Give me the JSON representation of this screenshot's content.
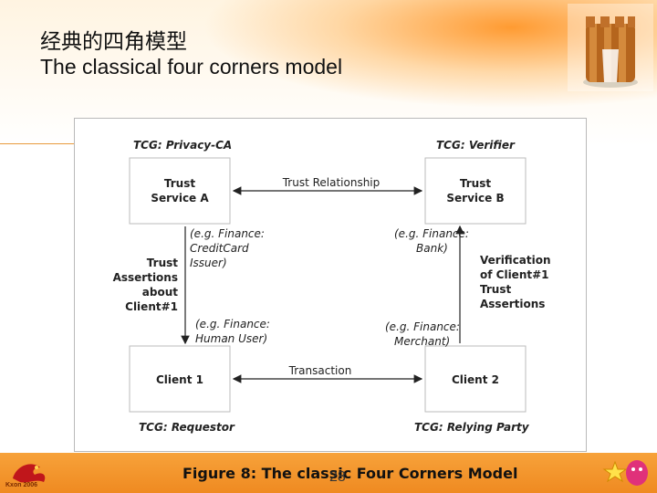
{
  "slide": {
    "title_cn": "经典的四角模型",
    "title_en": "The classical four corners model",
    "caption": "Figure 8: The classic Four Corners Model",
    "page_number": "28",
    "logo_text": "Kxon 2006"
  },
  "diagram": {
    "labels": {
      "tcg_privacy_ca": "TCG: Privacy-CA",
      "tcg_verifier": "TCG: Verifier",
      "tcg_requestor": "TCG: Requestor",
      "tcg_relying_party": "TCG: Relying Party"
    },
    "boxes": {
      "trust_service_a": [
        "Trust",
        "Service A"
      ],
      "trust_service_b": [
        "Trust",
        "Service B"
      ],
      "client_1": "Client 1",
      "client_2": "Client 2"
    },
    "edges": {
      "trust_relationship": "Trust Relationship",
      "transaction": "Transaction",
      "trust_assertions": [
        "Trust",
        "Assertions",
        "about",
        "Client#1"
      ],
      "verification": [
        "Verification",
        "of Client#1",
        "Trust",
        "Assertions"
      ]
    },
    "examples": {
      "finance_credit_card": [
        "(e.g. Finance:",
        "CreditCard",
        "Issuer)"
      ],
      "finance_bank": [
        "(e.g. Finance:",
        "Bank)"
      ],
      "finance_human_user": [
        "(e.g. Finance:",
        "Human User)"
      ],
      "finance_merchant": [
        "(e.g. Finance:",
        "Merchant)"
      ]
    }
  },
  "colors": {
    "accent_orange": "#ef8a21",
    "box_border": "#bbbbbb",
    "text": "#222222"
  }
}
